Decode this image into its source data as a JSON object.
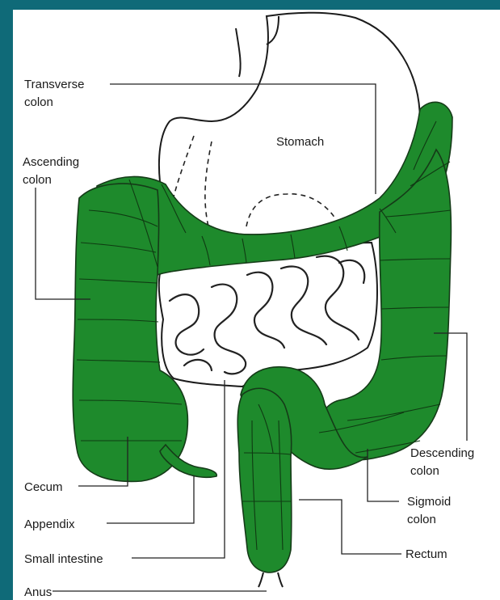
{
  "labels": {
    "transverse_colon": [
      "Transverse",
      "colon"
    ],
    "stomach": "Stomach",
    "ascending_colon": [
      "Ascending",
      "colon"
    ],
    "descending_colon": [
      "Descending",
      "colon"
    ],
    "sigmoid_colon": [
      "Sigmoid",
      "colon"
    ],
    "cecum": "Cecum",
    "appendix": "Appendix",
    "small_intestine": "Small intestine",
    "rectum": "Rectum",
    "anus": "Anus"
  },
  "colors": {
    "background": "#0f6a78",
    "panel": "#ffffff",
    "colon_fill": "#1e8a2c",
    "outline": "#1b1b1b"
  }
}
